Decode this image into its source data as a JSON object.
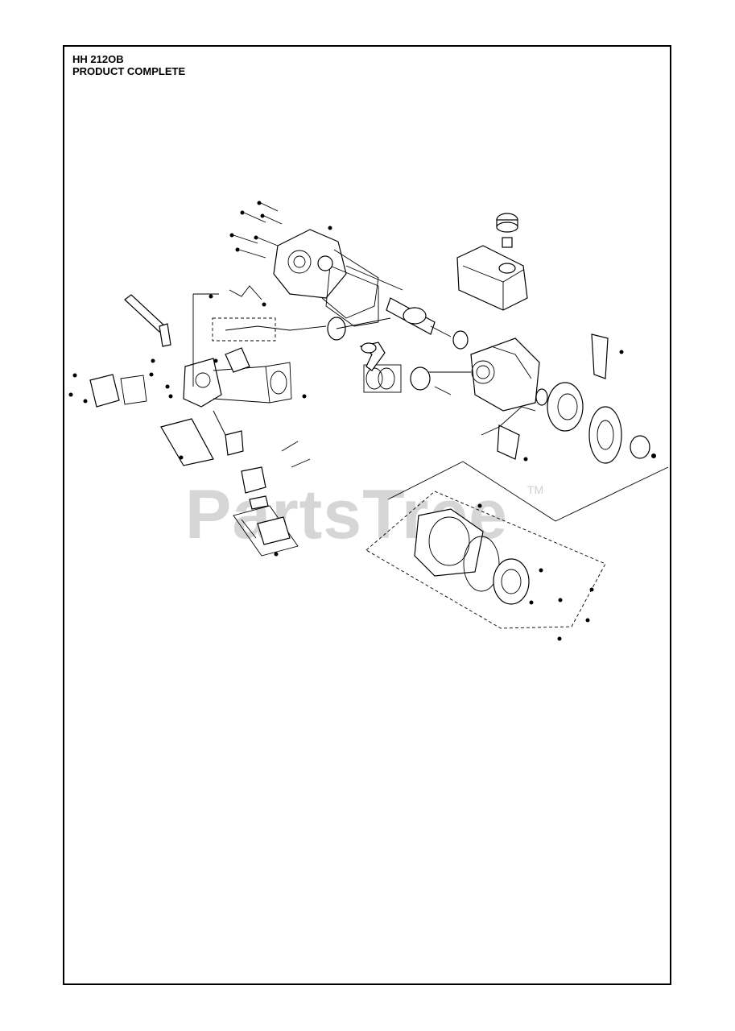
{
  "header": {
    "model": "HH 212OB",
    "section": "PRODUCT COMPLETE"
  },
  "watermark": {
    "text": "PartsTree",
    "trademark": "TM"
  },
  "colors": {
    "line": "#000000",
    "watermark": "#d6d6d6",
    "background": "#ffffff"
  }
}
